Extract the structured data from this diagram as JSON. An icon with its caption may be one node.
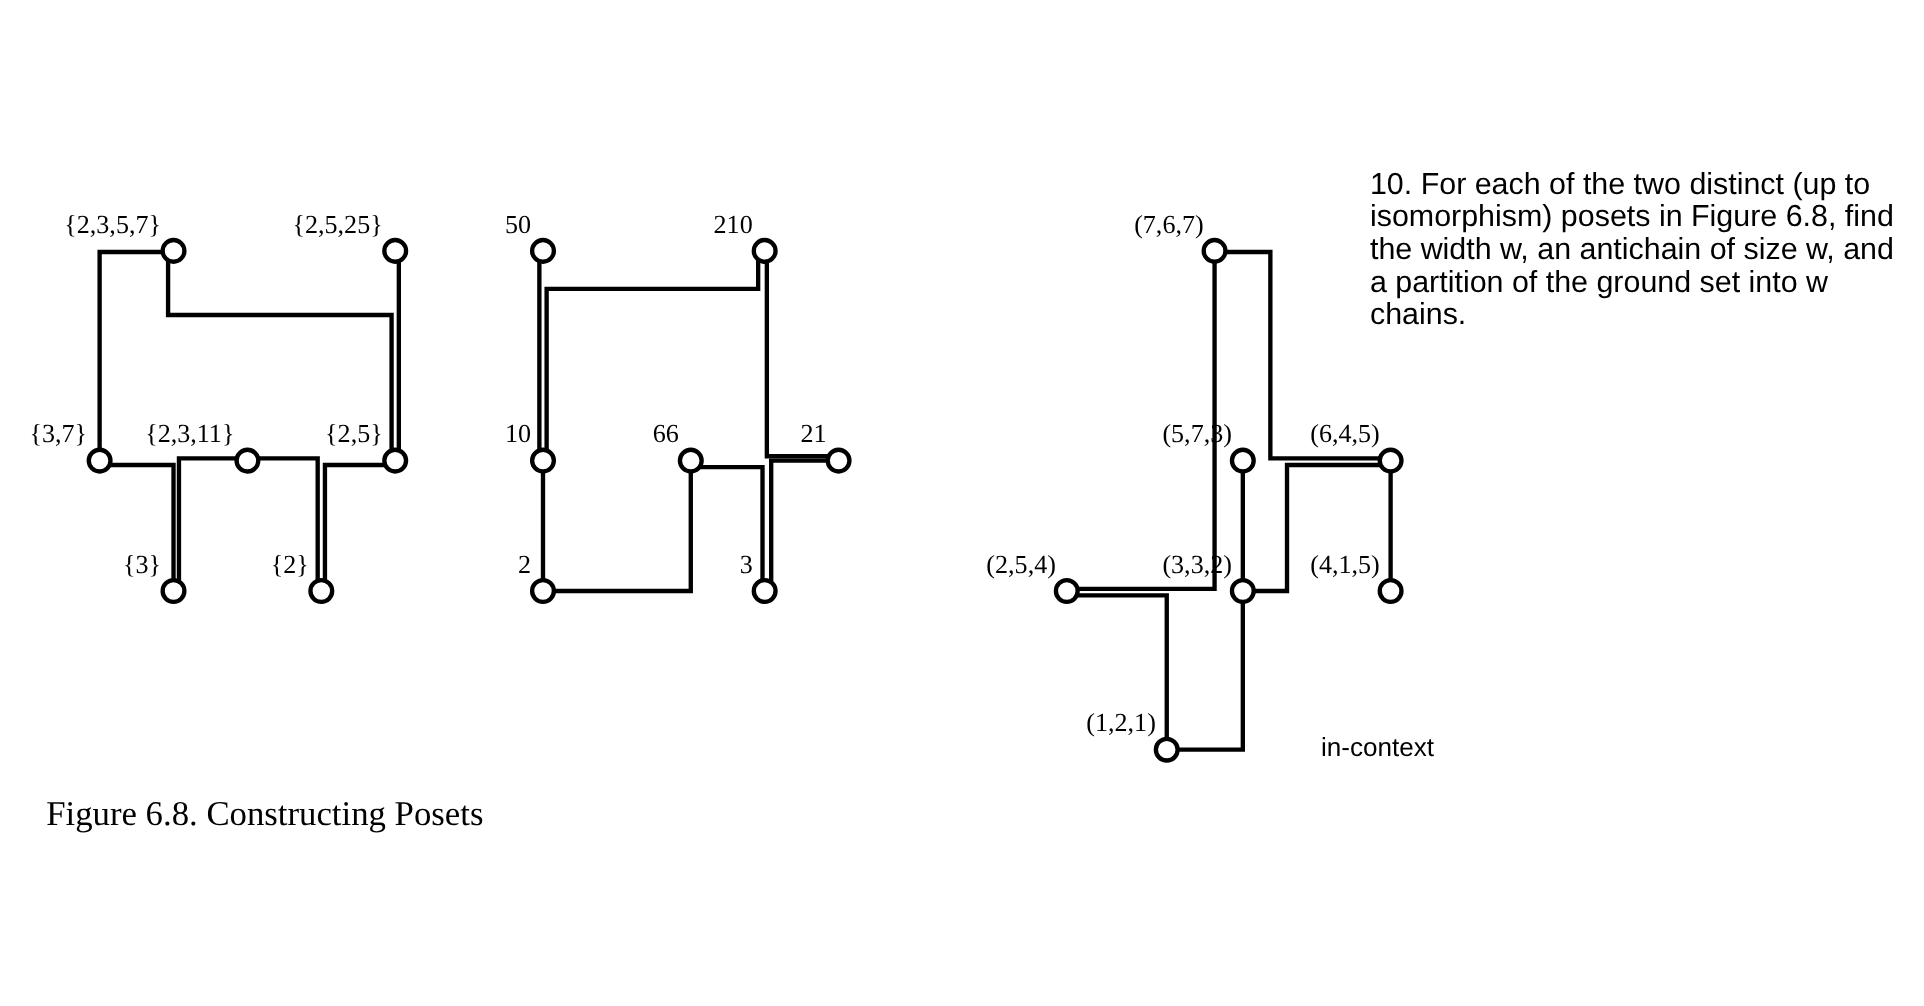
{
  "diagram": {
    "caption": "Figure 6.8. Constructing Posets",
    "nodes": [
      {
        "text": [],
        "shape": "circle",
        "beside": [
          "{2,3,5,7}"
        ]
      },
      {
        "text": [],
        "shape": "circle",
        "beside": [
          "{2,5,25}"
        ]
      },
      {
        "text": [],
        "shape": "circle",
        "beside": [
          "{3,7}"
        ]
      },
      {
        "text": [],
        "shape": "circle",
        "beside": [
          "{2,5}"
        ]
      },
      {
        "text": [],
        "shape": "circle",
        "beside": [
          "{2,3,11}"
        ]
      },
      {
        "text": [],
        "shape": "circle",
        "beside": [
          "{3}"
        ]
      },
      {
        "text": [],
        "shape": "circle",
        "beside": [
          "{2}"
        ]
      },
      {
        "text": [],
        "shape": "circle",
        "beside": [
          "50"
        ]
      },
      {
        "text": [],
        "shape": "circle",
        "beside": [
          "210"
        ]
      },
      {
        "text": [],
        "shape": "circle",
        "beside": [
          "10"
        ]
      },
      {
        "text": [],
        "shape": "circle",
        "beside": [
          "66"
        ]
      },
      {
        "text": [],
        "shape": "circle",
        "beside": [
          "21"
        ]
      },
      {
        "text": [],
        "shape": "circle",
        "beside": [
          "2"
        ]
      },
      {
        "text": [],
        "shape": "circle",
        "beside": [
          "3"
        ]
      },
      {
        "text": [],
        "shape": "circle",
        "beside": [
          "(7,6,7)"
        ]
      },
      {
        "text": [],
        "shape": "circle",
        "beside": [
          "(2,5,4)"
        ]
      },
      {
        "text": [],
        "shape": "circle",
        "beside": [
          "(6,4,5)"
        ]
      },
      {
        "text": [],
        "shape": "circle",
        "beside": [
          "(5,7,3)"
        ]
      },
      {
        "text": [],
        "shape": "circle",
        "beside": [
          "(3,3,2)"
        ]
      },
      {
        "text": [],
        "shape": "circle",
        "beside": [
          "(4,1,5)"
        ]
      },
      {
        "text": [],
        "shape": "circle",
        "beside": [
          "(1,2,1)"
        ]
      }
    ],
    "edges": [
      {
        "from": 0,
        "to": 2,
        "arrow": "none"
      },
      {
        "from": 0,
        "to": 3,
        "arrow": "none"
      },
      {
        "from": 1,
        "to": 3,
        "arrow": "none"
      },
      {
        "from": 2,
        "to": 5,
        "arrow": "none"
      },
      {
        "from": 3,
        "to": 6,
        "arrow": "none"
      },
      {
        "from": 4,
        "to": 5,
        "arrow": "none"
      },
      {
        "from": 4,
        "to": 6,
        "arrow": "none"
      },
      {
        "from": 7,
        "to": 9,
        "arrow": "none"
      },
      {
        "from": 8,
        "to": 9,
        "arrow": "none"
      },
      {
        "from": 8,
        "to": 11,
        "arrow": "none"
      },
      {
        "from": 9,
        "to": 12,
        "arrow": "none"
      },
      {
        "from": 10,
        "to": 12,
        "arrow": "none"
      },
      {
        "from": 10,
        "to": 13,
        "arrow": "none"
      },
      {
        "from": 11,
        "to": 13,
        "arrow": "none"
      },
      {
        "from": 14,
        "to": 15,
        "arrow": "none"
      },
      {
        "from": 14,
        "to": 16,
        "arrow": "none"
      },
      {
        "from": 16,
        "to": 18,
        "arrow": "none"
      },
      {
        "from": 16,
        "to": 19,
        "arrow": "none"
      },
      {
        "from": 17,
        "to": 18,
        "arrow": "none"
      },
      {
        "from": 15,
        "to": 20,
        "arrow": "none"
      },
      {
        "from": 18,
        "to": 20,
        "arrow": "none"
      }
    ],
    "labels": [
      "10. For each of the two distinct (up to isomorphism) posets in Figure 6.8, find the width w, an antichain of size w, and a partition of the ground set into w chains.",
      "in-context"
    ]
  }
}
